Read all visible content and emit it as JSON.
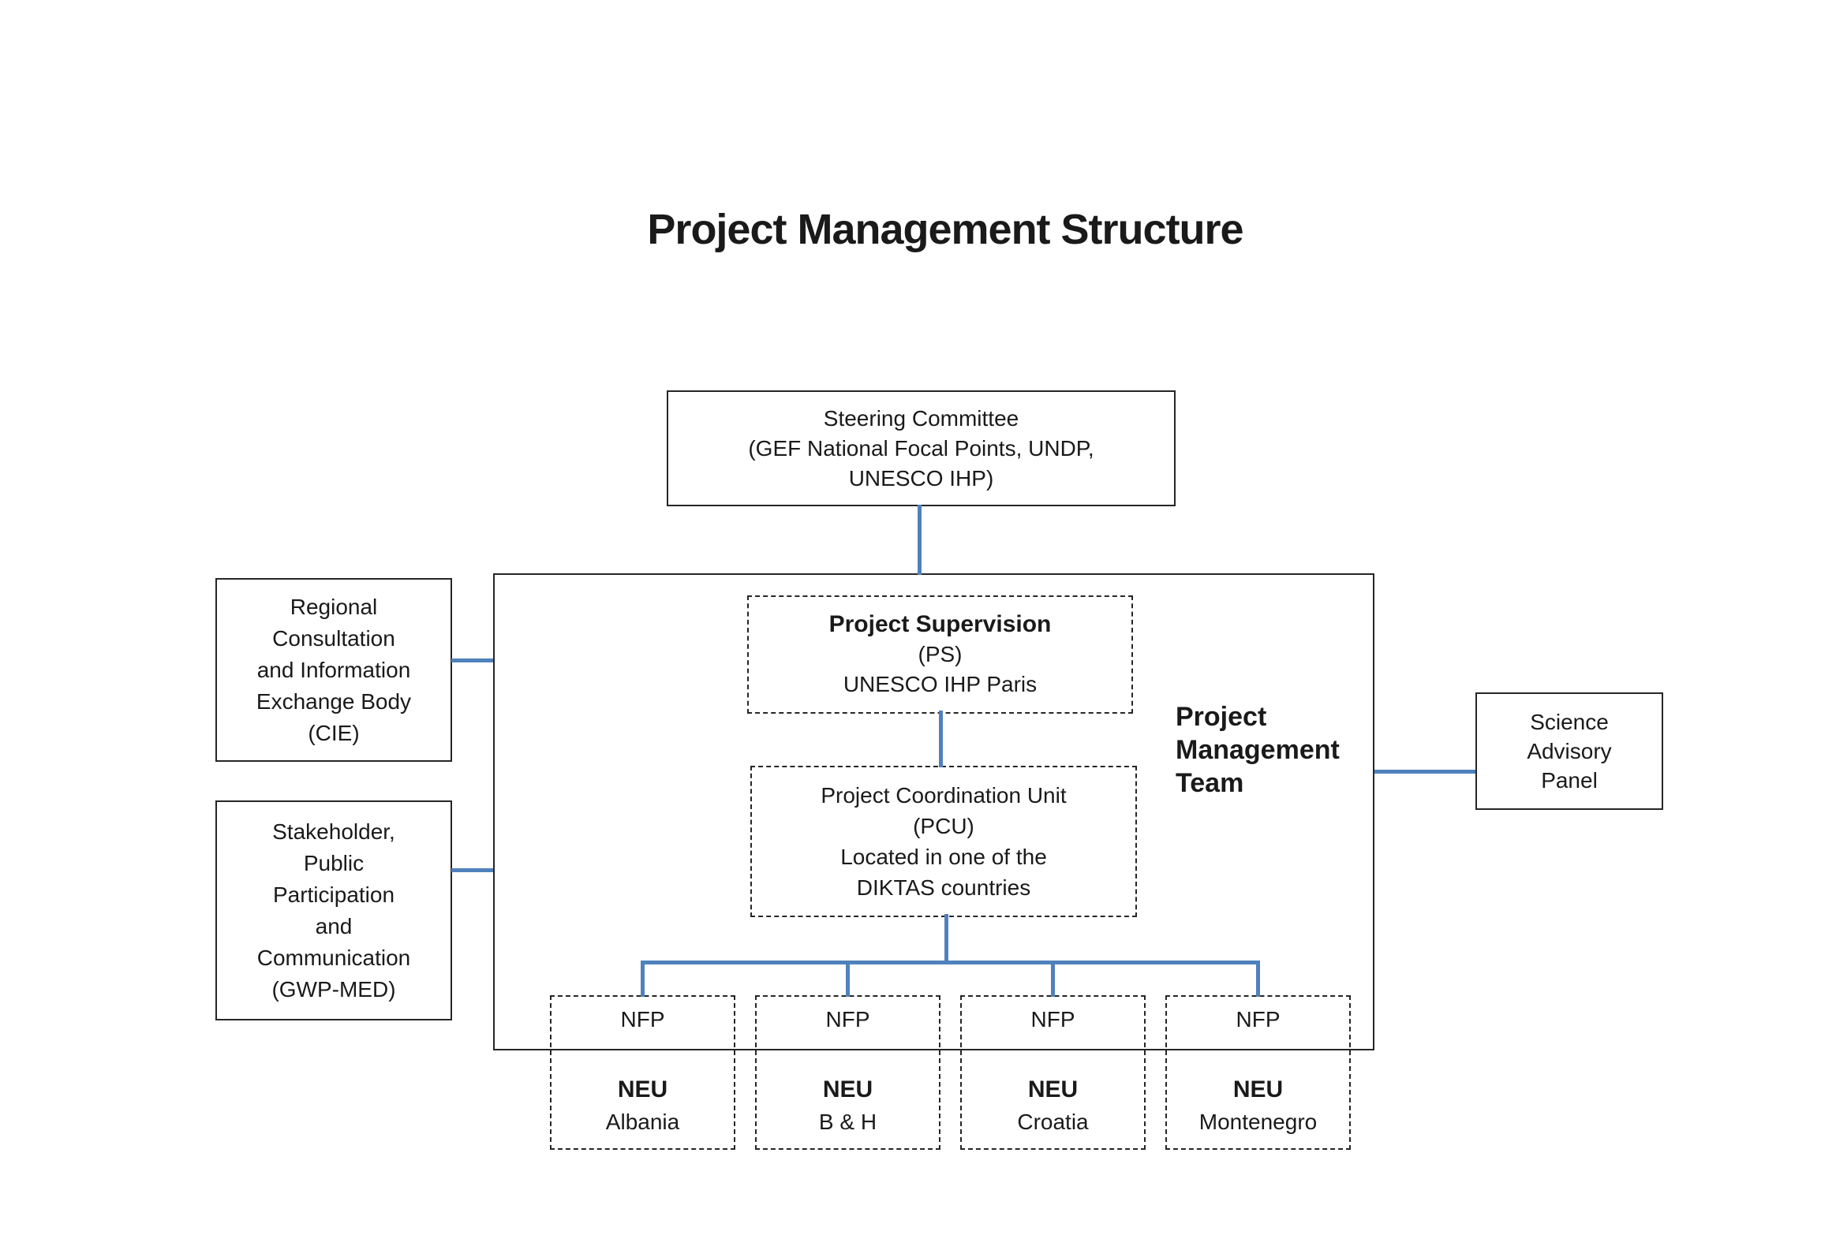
{
  "title": "Project Management Structure",
  "colors": {
    "connector": "#4f81bd",
    "border": "#262626",
    "text": "#1a1a1a"
  },
  "steering_committee": {
    "line1": "Steering Committee",
    "line2": "(GEF National Focal Points, UNDP,",
    "line3": "UNESCO IHP)"
  },
  "project_supervision": {
    "title": "Project Supervision",
    "abbr": "(PS)",
    "location": "UNESCO IHP Paris"
  },
  "pcu": {
    "line1": "Project Coordination Unit",
    "line2": "(PCU)",
    "line3": "Located in one of the",
    "line4": "DIKTAS countries"
  },
  "pmt_label": {
    "line1": "Project",
    "line2": "Management",
    "line3": "Team"
  },
  "cie": {
    "line1": "Regional",
    "line2": "Consultation",
    "line3": "and Information",
    "line4": "Exchange Body",
    "line5": "(CIE)"
  },
  "gwp": {
    "line1": "Stakeholder,",
    "line2": "Public",
    "line3": "Participation",
    "line4": "and",
    "line5": "Communication",
    "line6": "(GWP-MED)"
  },
  "science_panel": {
    "line1": "Science",
    "line2": "Advisory",
    "line3": "Panel"
  },
  "nfp_units": [
    {
      "nfp": "NFP",
      "neu": "NEU",
      "country": "Albania"
    },
    {
      "nfp": "NFP",
      "neu": "NEU",
      "country": "B & H"
    },
    {
      "nfp": "NFP",
      "neu": "NEU",
      "country": "Croatia"
    },
    {
      "nfp": "NFP",
      "neu": "NEU",
      "country": "Montenegro"
    }
  ]
}
